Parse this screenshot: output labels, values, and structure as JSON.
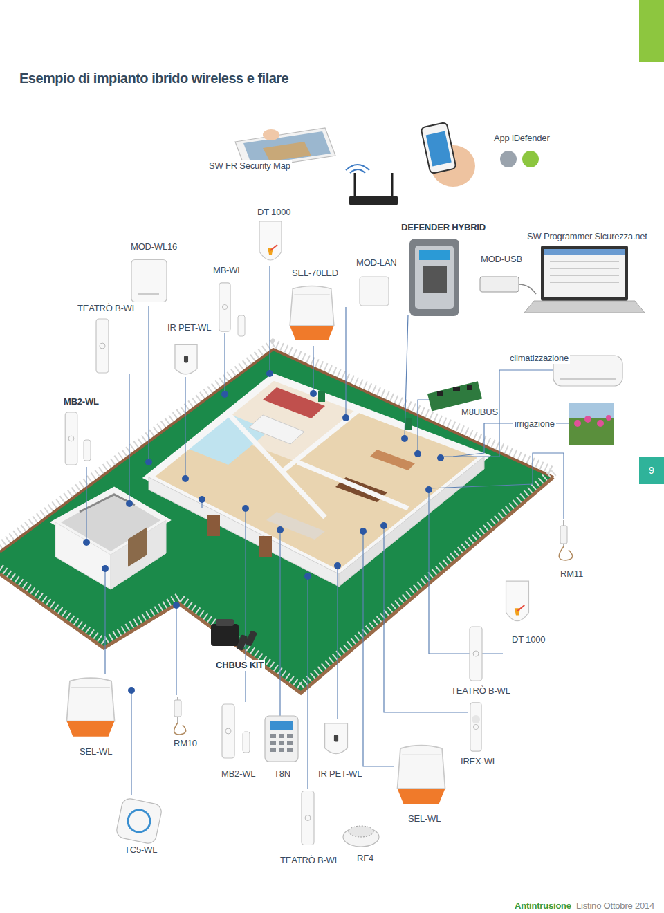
{
  "diagram": {
    "title": "Esempio di impianto ibrido wireless e filare",
    "nodes": [
      {
        "text": [
          "9"
        ]
      }
    ],
    "labels": [
      "App iDefender",
      "SW FR Security Map",
      "DT 1000",
      "MOD-WL16",
      "DEFENDER HYBRID",
      "SW Programmer Sicurezza.net",
      "MB-WL",
      "SEL-70LED",
      "MOD-LAN",
      "MOD-USB",
      "TEATRÒ B-WL",
      "IR PET-WL",
      "climatizzazione",
      "MB2-WL",
      "M8UBUS",
      "irrigazione",
      "RM11",
      "DT 1000",
      "CHBUS KIT",
      "TEATRÒ B-WL",
      "SEL-WL",
      "RM10",
      "MB2-WL",
      "T8N",
      "IR PET-WL",
      "IREX-WL",
      "SEL-WL",
      "TC5-WL",
      "TEATRÒ B-WL",
      "RF4",
      "Antintrusione",
      "Listino Ottobre 2014"
    ]
  }
}
